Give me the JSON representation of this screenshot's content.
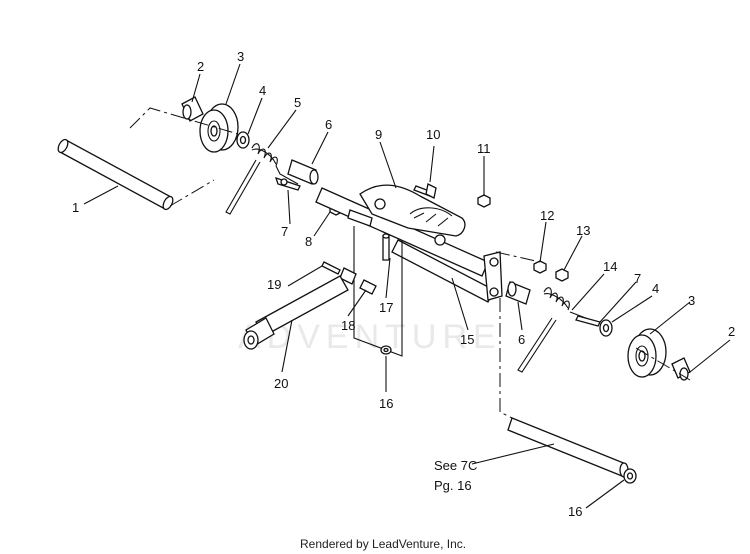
{
  "watermark": "ADVENTURE",
  "labels": {
    "n1": "1",
    "n2a": "2",
    "n3a": "3",
    "n4a": "4",
    "n5": "5",
    "n6a": "6",
    "n7a": "7",
    "n8": "8",
    "n9": "9",
    "n10": "10",
    "n11": "11",
    "n12": "12",
    "n13": "13",
    "n14": "14",
    "n7b": "7",
    "n4b": "4",
    "n3b": "3",
    "n2b": "2",
    "n6b": "6",
    "n15": "15",
    "n16a": "16",
    "n16b": "16",
    "n17": "17",
    "n18": "18",
    "n19": "19",
    "n20": "20"
  },
  "note": {
    "line1": "See 7C",
    "line2": "Pg. 16"
  },
  "footer": "Rendered by LeadVenture, Inc."
}
